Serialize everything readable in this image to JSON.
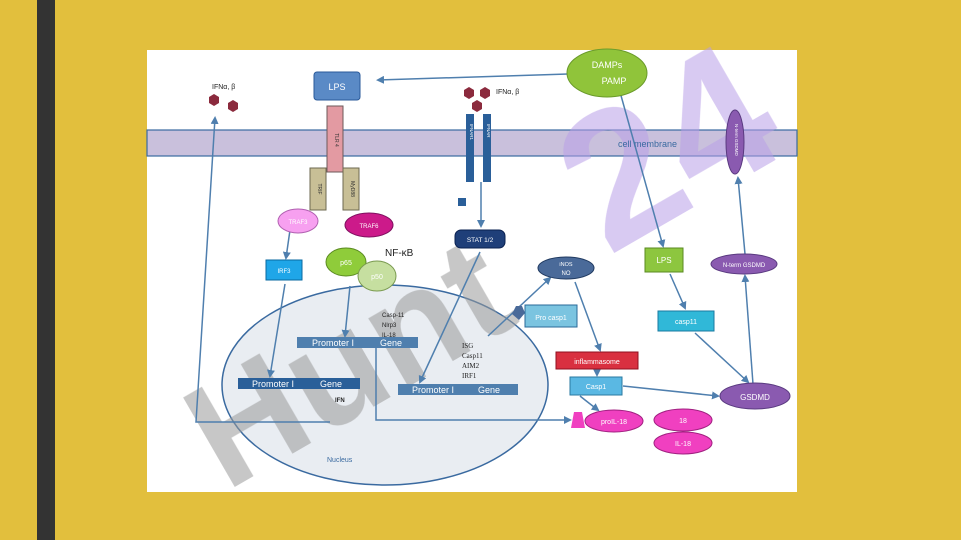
{
  "colors": {
    "background": "#e2bf3d",
    "sidebar": "#333333",
    "panel": "#ffffff",
    "membrane": "#c9c0dc",
    "arrow": "#4f7fae",
    "lps_box": "#5a8ac6",
    "tlr4": "#e39aa2",
    "adaptor": "#c8bf96",
    "traf3": "#f7a0f0",
    "traf6": "#cc1a8a",
    "irf3": "#1fa6e8",
    "p65": "#8fcc3a",
    "p50": "#c6dfa0",
    "damps": "#90c43a",
    "ifnar": "#2a5f99",
    "stat": "#1f3f79",
    "inos": "#4a6a99",
    "procasp": "#7bc4e0",
    "inflammasome": "#d93040",
    "casp1": "#5ab8e3",
    "prol18": "#f040c0",
    "l18": "#f040c0",
    "lps_green": "#8dc63f",
    "casp11": "#30b8d8",
    "gsdmd": "#8a5ab0",
    "nucleus": "#e9edf2",
    "watermark_purple": "#b89ee8",
    "watermark_gray": "#999999"
  },
  "labels": {
    "ifn_left": "IFNα, β",
    "ifn_right": "IFNα, β",
    "lps": "LPS",
    "tlr4": "TLR 4",
    "trif": "TRIF",
    "myd88": "MyD88",
    "ifnar1": "IFNAR1",
    "ifnar2": "IFNAR",
    "damps": "DAMPs",
    "pamp": "PAMP",
    "cell_membrane": "cell membrane",
    "traf3": "TRAF3",
    "traf6": "TRAF6",
    "nfkb": "NF-κB",
    "irf3": "IRF3",
    "p65": "p65",
    "p50": "p50",
    "stat": "STAT 1/2",
    "inos": "iNOS",
    "no": "NO",
    "procasp": "Pro casp1",
    "nf_genes": [
      "Casp-11",
      "Nlrp3",
      "IL-18"
    ],
    "isg_genes": [
      "ISG",
      "Casp11",
      "AIM2",
      "IRF1"
    ],
    "promoter": "Promoter I",
    "gene": "Gene",
    "ifn": "IFN",
    "nucleus": "Nucleus",
    "inflammasome": "inflammasome",
    "casp1": "Casp1",
    "prol18": "proIL-18",
    "l18": "18",
    "il18": "IL-18",
    "lps2": "LPS",
    "casp11": "casp11",
    "gsdmd": "GSDMD",
    "ngsdmd": "N-term GSDMD",
    "ngsdmd_mem": "N-term GSDMD"
  },
  "watermark": {
    "text1": "24",
    "text2": "Hunt"
  }
}
